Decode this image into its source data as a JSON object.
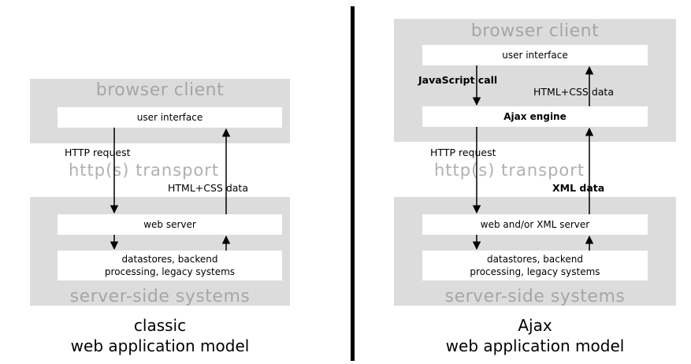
{
  "classic": {
    "client_title": "browser client",
    "ui_box": "user interface",
    "request_label": "HTTP request",
    "transport_label": "http(s) transport",
    "response_label": "HTML+CSS data",
    "server_box": "web server",
    "datastore_line1": "datastores, backend",
    "datastore_line2": "processing, legacy systems",
    "server_title": "server-side systems",
    "caption_line1": "classic",
    "caption_line2": "web application model"
  },
  "ajax": {
    "client_title": "browser client",
    "ui_box": "user interface",
    "js_call_label": "JavaScript call",
    "html_css_label": "HTML+CSS data",
    "engine_box": "Ajax engine",
    "request_label": "HTTP request",
    "transport_label": "http(s) transport",
    "xml_label": "XML data",
    "server_box": "web and/or XML server",
    "datastore_line1": "datastores, backend",
    "datastore_line2": "processing, legacy systems",
    "server_title": "server-side systems",
    "caption_line1": "Ajax",
    "caption_line2": "web application model"
  }
}
